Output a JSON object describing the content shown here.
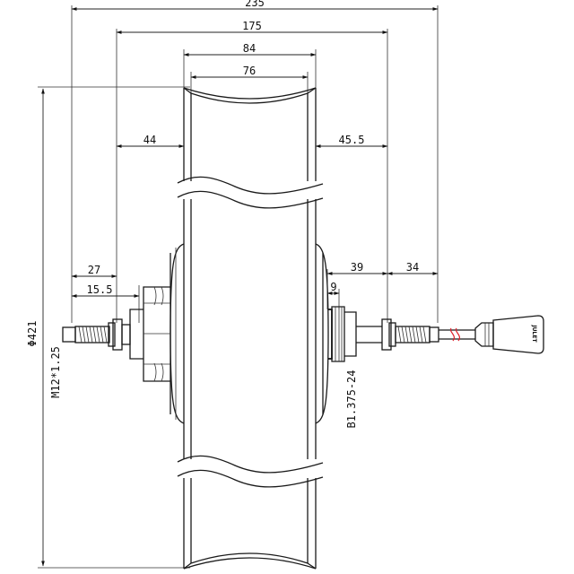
{
  "dimensions": {
    "overall_width": "235",
    "flange_to_axle": "175",
    "rim_outer": "84",
    "rim_inner": "76",
    "left_offset": "44",
    "right_offset": "45.5",
    "left_axle": "27",
    "left_nut": "15.5",
    "right_side": "39",
    "right_axle": "34",
    "freewheel": "9",
    "diameter": "Φ421",
    "axle_thread": "M12*1.25",
    "freewheel_thread": "B1.375-24"
  },
  "connector_label": "JULET",
  "colors": {
    "line": "#1a1a1a",
    "cable_break": "#e0212b"
  }
}
